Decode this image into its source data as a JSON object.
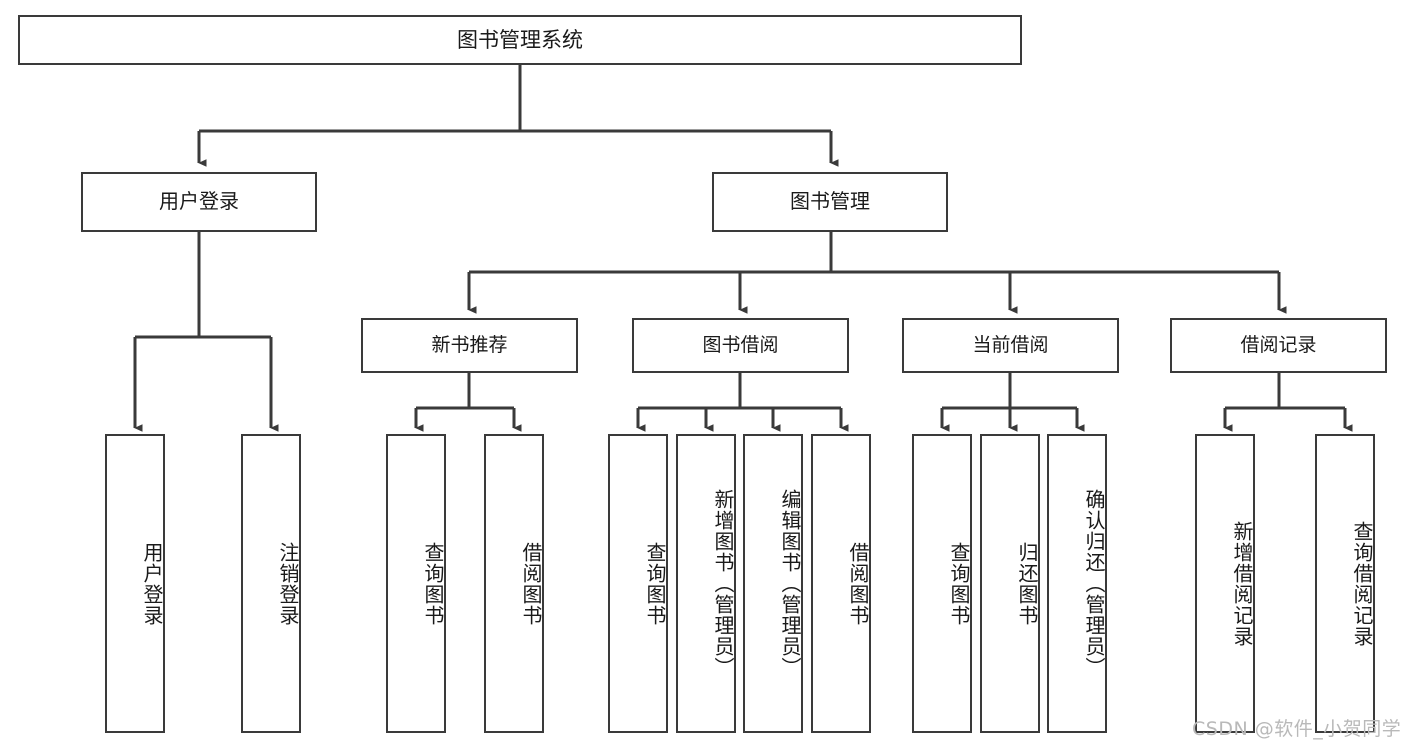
{
  "diagram": {
    "title": "图书管理系统",
    "type": "functional-structure-tree",
    "background_color": "#ffffff",
    "line_color": "#3a3a3a",
    "box_fill": "#ffffff",
    "text_color": "#1a1a1a"
  },
  "nodes": {
    "root": {
      "label": "图书管理系统"
    },
    "level2": [
      {
        "id": "user-login",
        "label": "用户登录"
      },
      {
        "id": "book-manage",
        "label": "图书管理"
      }
    ],
    "level3": [
      {
        "id": "new-book-recommend",
        "label": "新书推荐"
      },
      {
        "id": "book-borrow",
        "label": "图书借阅"
      },
      {
        "id": "current-borrow",
        "label": "当前借阅"
      },
      {
        "id": "borrow-record",
        "label": "借阅记录"
      }
    ],
    "leaves": {
      "user-login": [
        {
          "id": "leaf-user-login",
          "label": "用户登录"
        },
        {
          "id": "leaf-logout-login",
          "label": "注销登录"
        }
      ],
      "new-book-recommend": [
        {
          "id": "leaf-query-book-1",
          "label": "查询图书"
        },
        {
          "id": "leaf-borrow-book-1",
          "label": "借阅图书"
        }
      ],
      "book-borrow": [
        {
          "id": "leaf-query-book-2",
          "label": "查询图书"
        },
        {
          "id": "leaf-add-book",
          "label": "新增图书（管理员）"
        },
        {
          "id": "leaf-edit-book",
          "label": "编辑图书（管理员）"
        },
        {
          "id": "leaf-borrow-book-2",
          "label": "借阅图书"
        }
      ],
      "current-borrow": [
        {
          "id": "leaf-query-book-3",
          "label": "查询图书"
        },
        {
          "id": "leaf-return-book",
          "label": "归还图书"
        },
        {
          "id": "leaf-confirm-return",
          "label": "确认归还（管理员）"
        }
      ],
      "borrow-record": [
        {
          "id": "leaf-add-record",
          "label": "新增借阅记录"
        },
        {
          "id": "leaf-query-record",
          "label": "查询借阅记录"
        }
      ]
    }
  },
  "watermark": {
    "text": "CSDN @软件_小贺同学"
  }
}
